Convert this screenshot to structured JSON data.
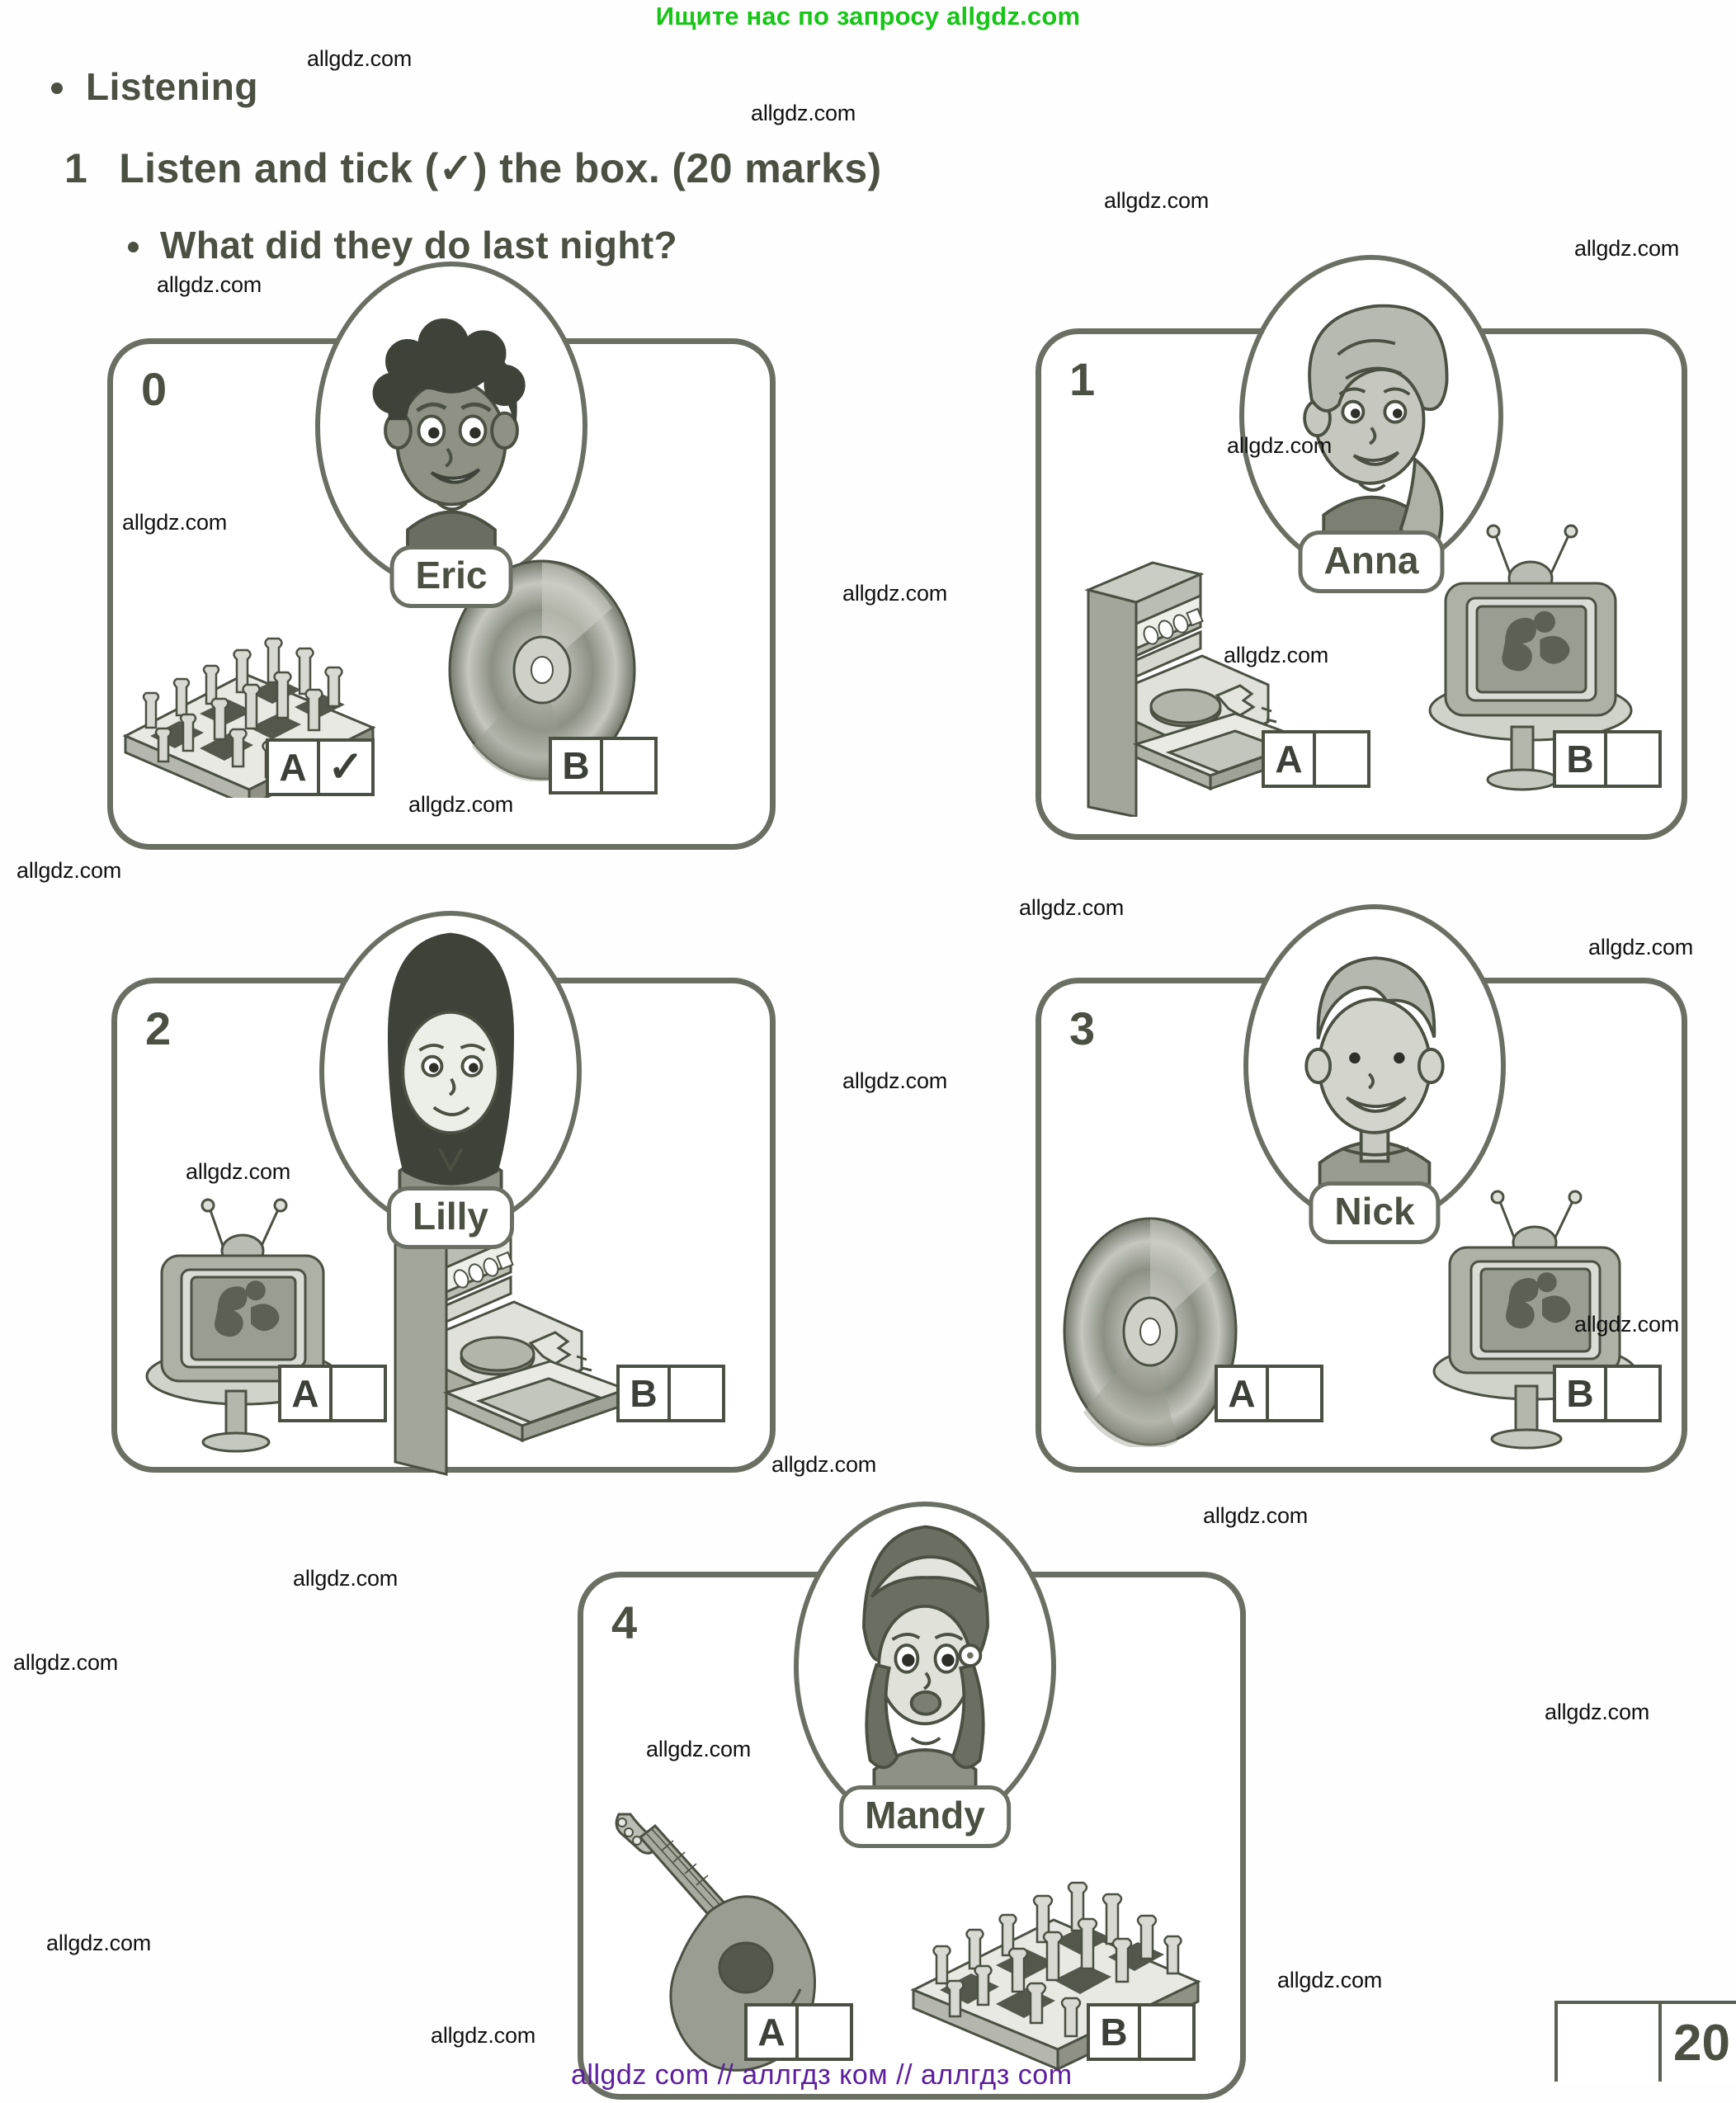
{
  "banner": {
    "top_text": "Ищите нас по запросу allgdz.com",
    "top_color": "#16c616",
    "bottom_text": "allgdz com  //  аллгдз ком  //  аллгдз com",
    "bottom_color": "#5b1f9e"
  },
  "headings": {
    "section": "Listening",
    "task_number": "1",
    "task_text": "Listen and tick (✓) the box. (20 marks)",
    "subtask": "What did they do last night?"
  },
  "watermark": {
    "text": "allgdz.com"
  },
  "score": {
    "value": "20",
    "blank": ""
  },
  "cards": [
    {
      "number": "0",
      "name": "Eric",
      "avatar": "boy-curly-hair",
      "options": [
        {
          "letter": "A",
          "picture": "chess-board",
          "ticked": true,
          "tick": "✓"
        },
        {
          "letter": "B",
          "picture": "cd-disc",
          "ticked": false,
          "tick": ""
        }
      ]
    },
    {
      "number": "1",
      "name": "Anna",
      "avatar": "girl-wavy-hair",
      "options": [
        {
          "letter": "A",
          "picture": "oven-cooker",
          "ticked": false,
          "tick": ""
        },
        {
          "letter": "B",
          "picture": "television",
          "ticked": false,
          "tick": ""
        }
      ]
    },
    {
      "number": "2",
      "name": "Lilly",
      "avatar": "girl-long-dark-hair",
      "options": [
        {
          "letter": "A",
          "picture": "television",
          "ticked": false,
          "tick": ""
        },
        {
          "letter": "B",
          "picture": "oven-cooker",
          "ticked": false,
          "tick": ""
        }
      ]
    },
    {
      "number": "3",
      "name": "Nick",
      "avatar": "boy-short-hair",
      "options": [
        {
          "letter": "A",
          "picture": "cd-disc",
          "ticked": false,
          "tick": ""
        },
        {
          "letter": "B",
          "picture": "television",
          "ticked": false,
          "tick": ""
        }
      ]
    },
    {
      "number": "4",
      "name": "Mandy",
      "avatar": "girl-braids-headband",
      "options": [
        {
          "letter": "A",
          "picture": "guitar",
          "ticked": false,
          "tick": ""
        },
        {
          "letter": "B",
          "picture": "chess-board",
          "ticked": false,
          "tick": ""
        }
      ]
    }
  ]
}
